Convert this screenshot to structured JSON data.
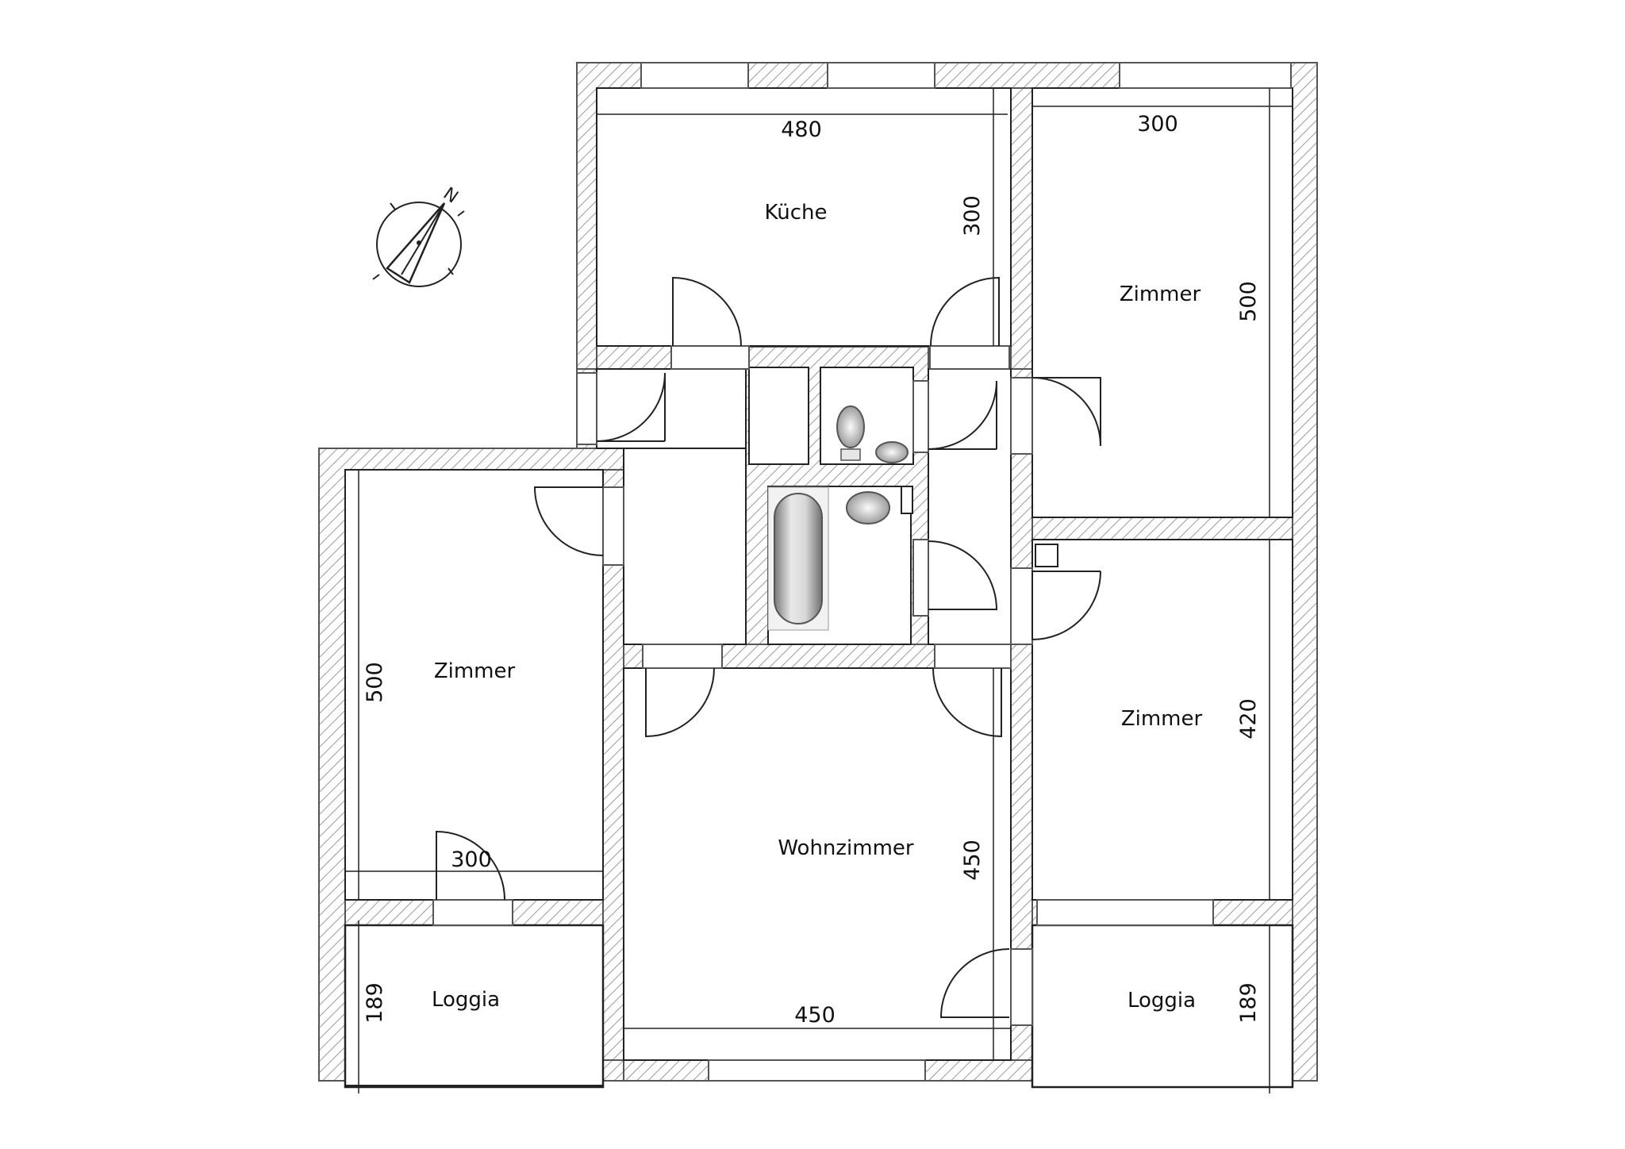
{
  "rooms": {
    "kueche": "Küche",
    "zimmer_ne": "Zimmer",
    "zimmer_w": "Zimmer",
    "zimmer_e": "Zimmer",
    "wohnzimmer": "Wohnzimmer",
    "loggia_w": "Loggia",
    "loggia_e": "Loggia"
  },
  "dimensions": {
    "kueche_width": "480",
    "kueche_depth": "300",
    "zimmer_ne_width": "300",
    "zimmer_ne_depth": "500",
    "zimmer_w_depth": "500",
    "zimmer_w_width": "300",
    "zimmer_e_depth": "420",
    "wohnzimmer_depth": "450",
    "wohnzimmer_width": "450",
    "loggia_w_depth": "189",
    "loggia_e_depth": "189"
  },
  "compass": {
    "north": "N"
  },
  "colors": {
    "wall_stroke": "#555555",
    "hatch": "#9a9a9a",
    "line": "#222222"
  }
}
